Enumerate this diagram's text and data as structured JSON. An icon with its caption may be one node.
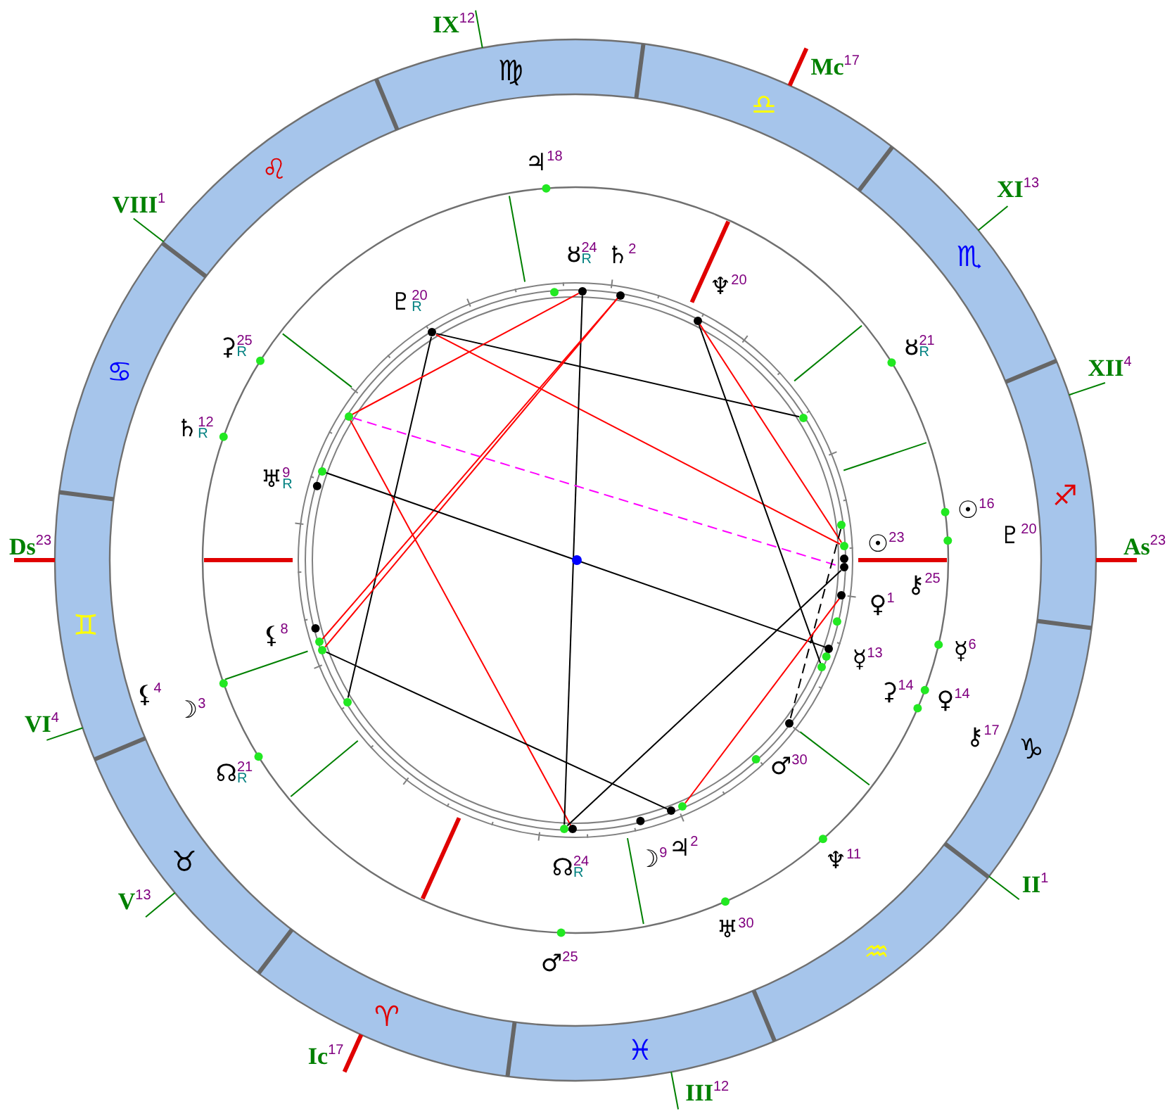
{
  "diagram": {
    "nodes": [
      {
        "text": [],
        "shape": "circle"
      },
      {
        "text": [],
        "shape": "circle"
      },
      {
        "text": [],
        "shape": "circle"
      },
      {
        "text": [],
        "shape": "circle"
      },
      {
        "text": [],
        "shape": "circle"
      },
      {
        "text": [],
        "shape": "circle"
      },
      {
        "text": [],
        "shape": "circle"
      },
      {
        "text": [],
        "shape": "circle"
      },
      {
        "text": [],
        "shape": "circle"
      },
      {
        "text": [],
        "shape": "circle"
      },
      {
        "text": [],
        "shape": "circle"
      },
      {
        "text": [],
        "shape": "circle"
      },
      {
        "text": [],
        "shape": "circle"
      },
      {
        "text": [],
        "shape": "circle"
      },
      {
        "text": [],
        "shape": "circle"
      },
      {
        "text": [],
        "shape": "circle"
      },
      {
        "text": [],
        "shape": "circle"
      },
      {
        "text": [],
        "shape": "circle"
      },
      {
        "text": [],
        "shape": "circle"
      },
      {
        "text": [],
        "shape": "circle"
      },
      {
        "text": [],
        "shape": "circle"
      }
    ],
    "edges": [
      {
        "from": 3,
        "to": 5,
        "arrow": "none"
      },
      {
        "from": 3,
        "to": 15,
        "arrow": "none"
      },
      {
        "from": 3,
        "to": 8,
        "arrow": "none",
        "color": "#ff0000"
      },
      {
        "from": 4,
        "to": 0,
        "arrow": "none",
        "color": "#ff0000"
      },
      {
        "from": 4,
        "to": 20,
        "arrow": "none",
        "color": "#ff0000"
      },
      {
        "from": 0,
        "to": 19,
        "arrow": "none"
      },
      {
        "from": 1,
        "to": 11,
        "arrow": "none",
        "color": "#ff0000"
      },
      {
        "from": 1,
        "to": 12,
        "arrow": "none",
        "color": "#ff0000"
      },
      {
        "from": 2,
        "to": 14,
        "arrow": "none"
      },
      {
        "from": 2,
        "to": 8,
        "arrow": "none",
        "color": "#ff0000"
      },
      {
        "from": 4,
        "to": 9,
        "arrow": "none",
        "style": "dashed",
        "color": "#ff00ff"
      },
      {
        "from": 6,
        "to": 13,
        "arrow": "none"
      },
      {
        "from": 7,
        "to": 16,
        "arrow": "none",
        "style": "dashed"
      },
      {
        "from": 12,
        "to": 18,
        "arrow": "none"
      },
      {
        "from": 19,
        "to": 9,
        "arrow": "none"
      },
      {
        "from": 17,
        "to": 10,
        "arrow": "none",
        "color": "#ff0000"
      }
    ],
    "labels": [
      "IX$^{12}$",
      "Mc$^{17}$",
      "♍",
      "♎",
      "♃$^{18}$",
      "♌",
      "XI$^{13}$",
      "VIII$^{1}$",
      "ȣ$^{24}$$_{R}$",
      "♄$^{2}$",
      "♏",
      "♆$^{20}$",
      "♇$^{20}$$_{R}$",
      "⚳$^{25}$$_{R}$",
      "ȣ$^{21}$$_{R}$",
      "XII$^{4}$",
      "♋",
      "♄$^{12}$$_{R}$",
      "♅$^{9}$$_{R}$",
      "♐",
      "☉$^{16}$",
      "♇$^{20}$",
      "Ds$^{23}$",
      "☉$^{23}$",
      "As$^{23}$",
      "⚷$^{25}$",
      "♀$^{1}$",
      "♊",
      "⚸$^{8}$",
      "☿$^{6}$",
      "☿$^{13}$",
      "⚳$^{14}$",
      "⚸$^{4}$",
      "♀$^{14}$",
      "☽$^{3}$",
      "VI$^{4}$",
      "⚷$^{17}$",
      "♑",
      "♂$^{30}$",
      "☊$^{21}$$_{R}$",
      "♃$^{2}$",
      "☽$^{9}$",
      "♆$^{11}$",
      "♉",
      "☊$^{24}$$_{R}$",
      "II$^{1}$",
      "V$^{13}$",
      "♅$^{30}$",
      "♒",
      "♂$^{25}$",
      "♈",
      "♓",
      "Ic$^{17}$",
      "III$^{12}$"
    ]
  }
}
